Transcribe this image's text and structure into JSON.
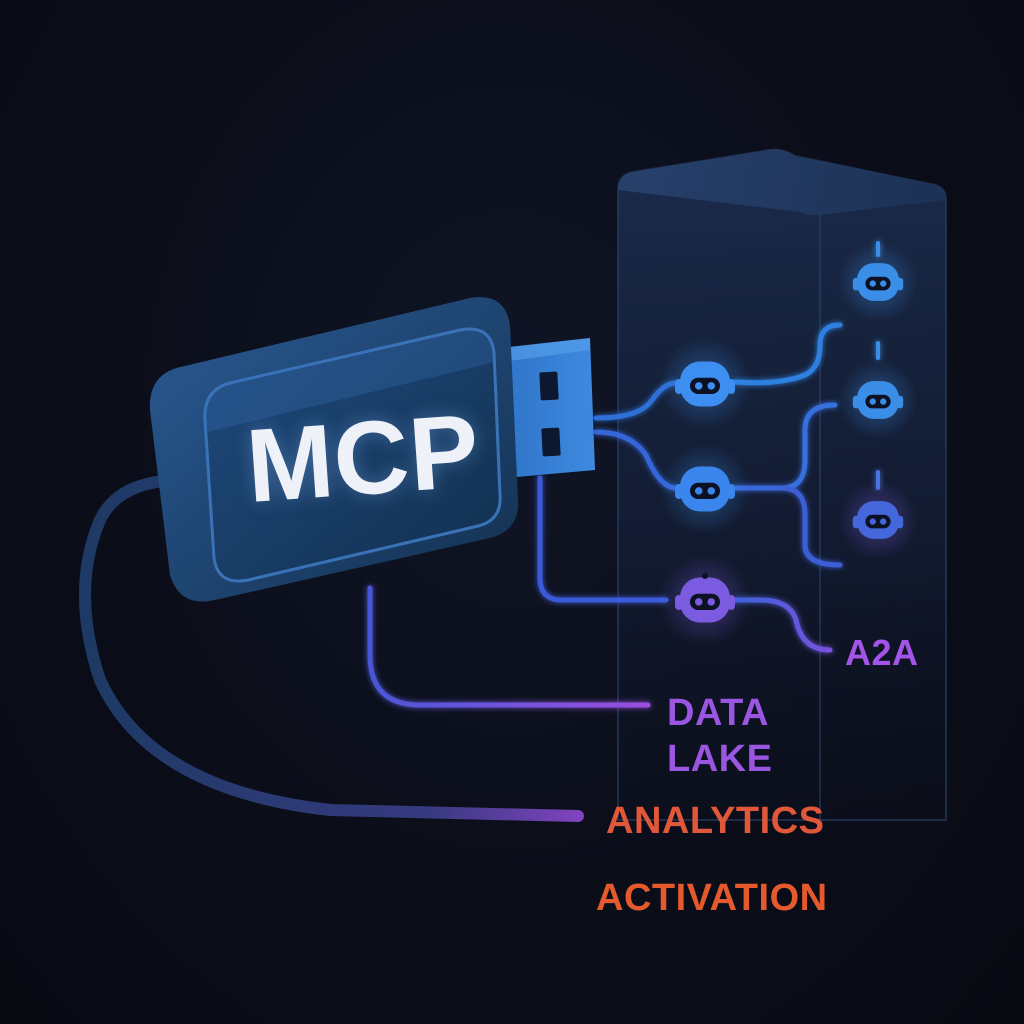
{
  "labels": {
    "mcp": "MCP",
    "a2a": "A2A",
    "data_lake": [
      "DATA",
      "LAKE"
    ],
    "analytics": "ANALYTICS",
    "activation": "ACTIVATION"
  },
  "icons": {
    "usb_plug": "usb-plug-icon",
    "agent": "robot-agent-icon",
    "server": "server-tower-icon"
  },
  "colors": {
    "background": "#0a0d16",
    "usb_body": "#1c3f6b",
    "usb_face": "#173a63",
    "connector_blue": "#2f6fd6",
    "agent_blue": "#3b8ee8",
    "agent_violet": "#7b5ce0",
    "label_violet": "#9a56e0",
    "label_orange": "#e0573a"
  }
}
